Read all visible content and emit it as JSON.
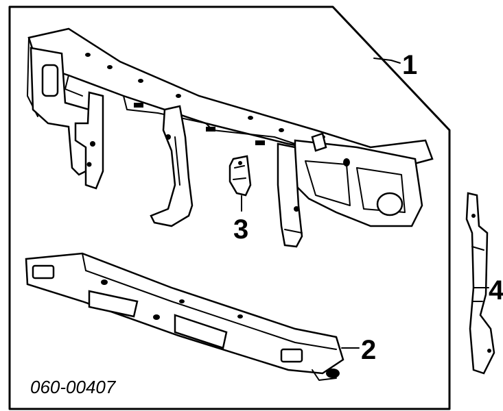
{
  "diagram": {
    "part_number": "060-00407",
    "callouts": [
      {
        "id": "1",
        "label": "1"
      },
      {
        "id": "2",
        "label": "2"
      },
      {
        "id": "3",
        "label": "3"
      },
      {
        "id": "4",
        "label": "4"
      }
    ]
  }
}
